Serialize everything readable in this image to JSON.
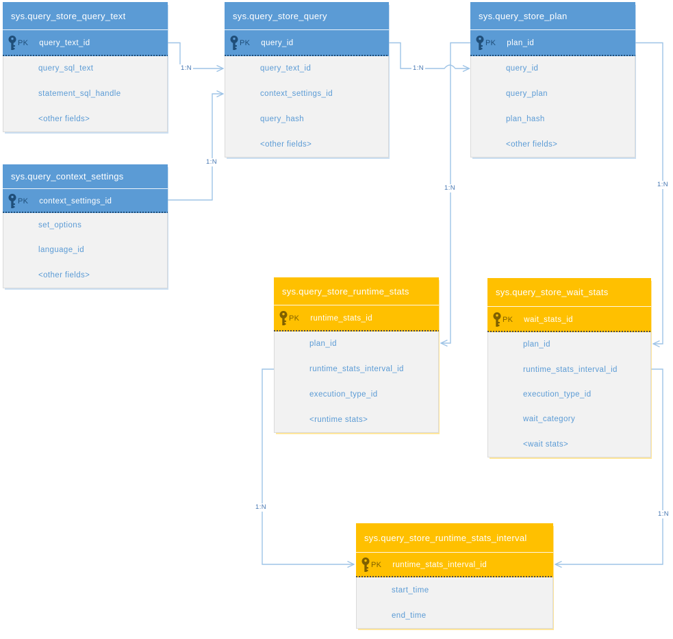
{
  "tables": [
    {
      "title": "sys.query_store_query_text",
      "pk_label": "PK",
      "pk": "query_text_id",
      "fields": [
        "query_sql_text",
        "statement_sql_handle",
        "<other fields>"
      ],
      "theme_color": "#5B9BD5"
    },
    {
      "title": "sys.query_store_query",
      "pk_label": "PK",
      "pk": "query_id",
      "fields": [
        "query_text_id",
        "context_settings_id",
        "query_hash",
        "<other fields>"
      ],
      "theme_color": "#5B9BD5"
    },
    {
      "title": "sys.query_store_plan",
      "pk_label": "PK",
      "pk": "plan_id",
      "fields": [
        "query_id",
        "query_plan",
        "plan_hash",
        "<other fields>"
      ],
      "theme_color": "#5B9BD5"
    },
    {
      "title": "sys.query_context_settings",
      "pk_label": "PK",
      "pk": "context_settings_id",
      "fields": [
        "set_options",
        "language_id",
        "<other fields>"
      ],
      "theme_color": "#5B9BD5"
    },
    {
      "title": "sys.query_store_runtime_stats",
      "pk_label": "PK",
      "pk": "runtime_stats_id",
      "fields": [
        "plan_id",
        "runtime_stats_interval_id",
        "execution_type_id",
        "<runtime stats>"
      ],
      "theme_color": "#FFC000"
    },
    {
      "title": "sys.query_store_wait_stats",
      "pk_label": "PK",
      "pk": "wait_stats_id",
      "fields": [
        "plan_id",
        "runtime_stats_interval_id",
        "execution_type_id",
        "wait_category",
        "<wait stats>"
      ],
      "theme_color": "#FFC000"
    },
    {
      "title": "sys.query_store_runtime_stats_interval",
      "pk_label": "PK",
      "pk": "runtime_stats_interval_id",
      "fields": [
        "start_time",
        "end_time"
      ],
      "theme_color": "#FFC000"
    }
  ],
  "connections": [
    {
      "label": "1:N",
      "from": "sys.query_store_query_text.query_text_id",
      "to": "sys.query_store_query.query_text_id"
    },
    {
      "label": "1:N",
      "from": "sys.query_context_settings.context_settings_id",
      "to": "sys.query_store_query.context_settings_id"
    },
    {
      "label": "1:N",
      "from": "sys.query_store_query.query_id",
      "to": "sys.query_store_plan.query_id"
    },
    {
      "label": "1:N",
      "from": "sys.query_store_plan.plan_id",
      "to": "sys.query_store_runtime_stats.plan_id"
    },
    {
      "label": "1:N",
      "from": "sys.query_store_plan.plan_id",
      "to": "sys.query_store_wait_stats.plan_id"
    },
    {
      "label": "1:N",
      "from": "sys.query_store_runtime_stats.runtime_stats_interval_id",
      "to": "sys.query_store_runtime_stats_interval.runtime_stats_interval_id"
    },
    {
      "label": "1:N",
      "from": "sys.query_store_wait_stats.runtime_stats_interval_id",
      "to": "sys.query_store_runtime_stats_interval.runtime_stats_interval_id"
    }
  ],
  "colors": {
    "blue_header": "#5B9BD5",
    "orange_header": "#FFC000",
    "body_bg": "#F2F2F2",
    "field_text": "#5B9BD5",
    "blue_ink": "#1F4E79",
    "orange_ink": "#7F6000",
    "connector": "#9DC3E6"
  }
}
